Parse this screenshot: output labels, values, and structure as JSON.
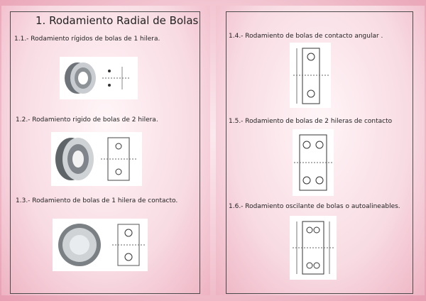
{
  "left_page": {
    "title": "1. Rodamiento Radial de Bolas",
    "sections": [
      {
        "caption": "1.1.- Rodamiento rígidos de bolas de 1 hilera."
      },
      {
        "caption": "1.2.- Rodamiento rigido de bolas de 2 hilera."
      },
      {
        "caption": "1.3.- Rodamiento de bolas de 1 hilera de contacto."
      }
    ]
  },
  "right_page": {
    "sections": [
      {
        "caption": "1.4.- Rodamiento de bolas de contacto angular ."
      },
      {
        "caption": "1.5.- Rodamiento de bolas de 2 hileras de contacto"
      },
      {
        "caption": "1.6.- Rodamiento oscilante de bolas o autoalineables."
      }
    ]
  },
  "icons": [
    "ball-bearing-icon",
    "bearing-cross-section-icon"
  ]
}
